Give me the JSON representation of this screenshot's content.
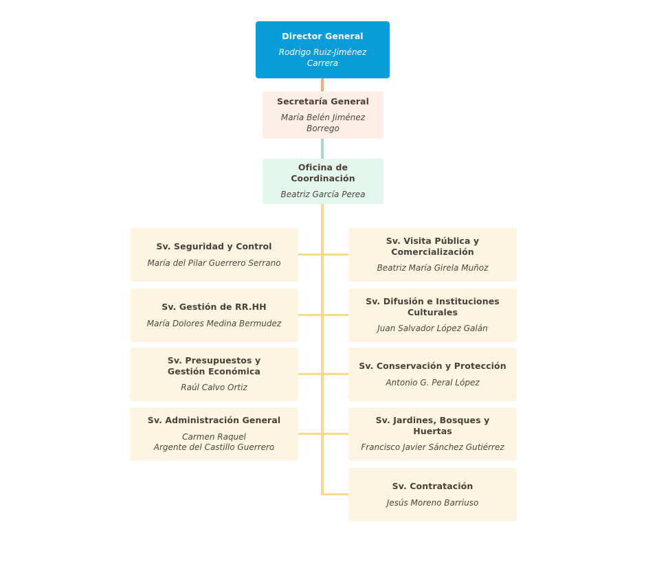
{
  "colors": {
    "director_bg": "#0b9dd9",
    "secretaria_bg": "#fdeee7",
    "oficina_bg": "#e4f7ee",
    "service_bg": "#fdf5e2",
    "connector_orange": "#f7a878",
    "connector_teal": "#a7d9c4",
    "connector_gold": "#fada8a",
    "title_text": "#4a4037",
    "person_text": "#4f463c",
    "director_text": "#ffffff",
    "page_bg": "#ffffff"
  },
  "chart": {
    "root": {
      "title": "Director General",
      "person": "Rodrigo Ruiz-Jiménez Carrera"
    },
    "secretaria": {
      "title": "Secretaría General",
      "person": "María Belén Jiménez Borrego"
    },
    "oficina": {
      "title": "Oficina de Coordinación",
      "person": "Beatriz García Perea"
    },
    "left_services": [
      {
        "title": "Sv. Seguridad y Control",
        "person": "María del Pilar Guerrero Serrano"
      },
      {
        "title": "Sv. Gestión de RR.HH",
        "person": "María Dolores Medina Bermudez"
      },
      {
        "title": "Sv. Presupuestos y Gestión Económica",
        "person": "Raúl Calvo Ortiz"
      },
      {
        "title": "Sv. Administración General",
        "person_line1": "Carmen Raquel",
        "person_line2": "Argente del Castillo Guerrero"
      }
    ],
    "right_services": [
      {
        "title": "Sv. Visita Pública y Comercialización",
        "person": "Beatriz María Girela Muñoz"
      },
      {
        "title": "Sv. Difusión e Instituciones Culturales",
        "person": "Juan Salvador López Galán"
      },
      {
        "title": "Sv. Conservación y Protección",
        "person": "Antonio G. Peral López"
      },
      {
        "title": "Sv. Jardines, Bosques y Huertas",
        "person": "Francisco Javier Sánchez Gutiérrez"
      },
      {
        "title": "Sv. Contratación",
        "person": "Jesús Moreno Barriuso"
      }
    ]
  }
}
